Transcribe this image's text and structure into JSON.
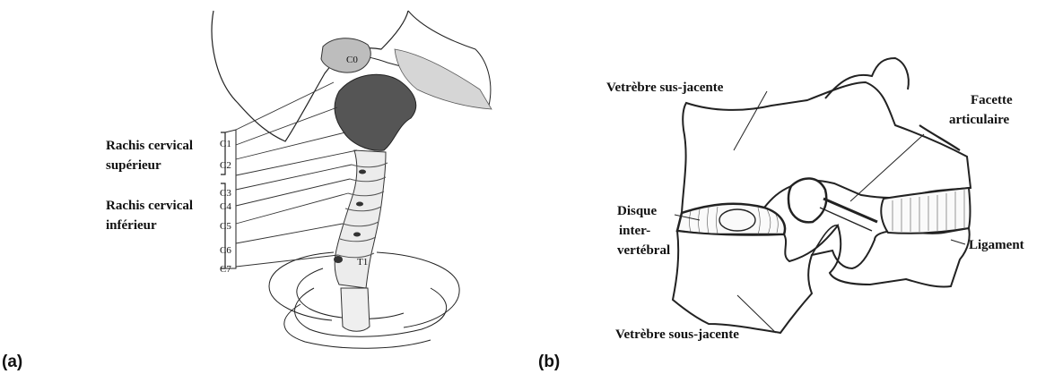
{
  "panel_a": {
    "tag": "(a)",
    "region_upper_line1": "Rachis cervical",
    "region_upper_line2": "supérieur",
    "region_lower_line1": "Rachis cervical",
    "region_lower_line2": "inférieur",
    "vertebrae": [
      "C0",
      "C1",
      "C2",
      "C3",
      "C4",
      "C5",
      "C6",
      "C7",
      "T1"
    ]
  },
  "panel_b": {
    "tag": "(b)",
    "upper_vertebra": "Vetrèbre sus-jacente",
    "lower_vertebra": "Vetrèbre sous-jacente",
    "facet_line1": "Facette",
    "facet_line2": "articulaire",
    "disc_line1": "Disque",
    "disc_line2": "inter-",
    "disc_line3": "vertébral",
    "ligament": "Ligament"
  }
}
